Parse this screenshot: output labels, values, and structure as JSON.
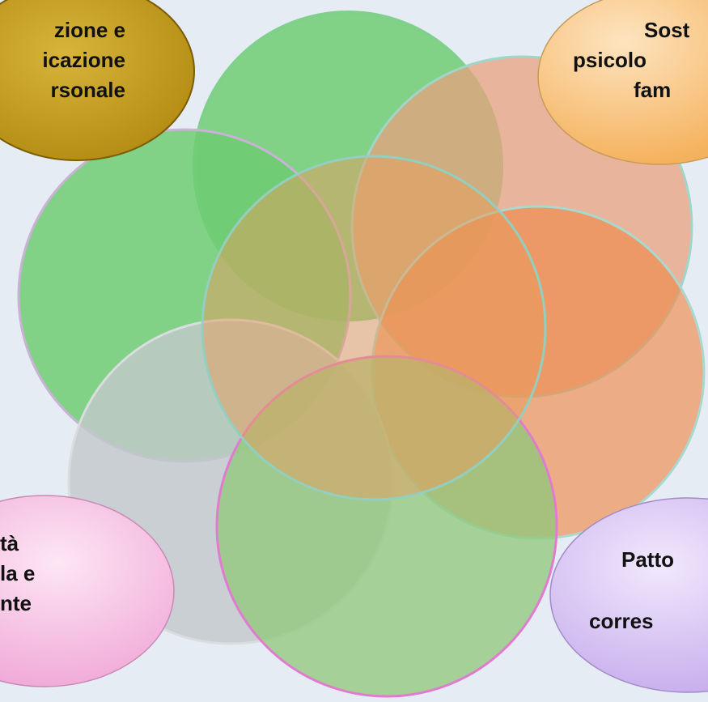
{
  "labels": {
    "top_left": [
      "zione e",
      "icazione",
      "rsonale"
    ],
    "top_right": [
      "Sost",
      "psicolo",
      "fam"
    ],
    "bottom_left": [
      "tà",
      "la e",
      "nte"
    ],
    "bottom_right": [
      "Patto",
      "",
      "corres"
    ]
  },
  "colors": {
    "background": "#e6ecf4",
    "green": "#6fcd72",
    "dark_green": "#3bbf3c",
    "salmon": "#e8a17e",
    "orange": "#ef8b4c",
    "gray": "#c3c8cc",
    "light_green": "#8fc87a",
    "olive_bubble": "#c9a11e",
    "peach_bubble": "#f9c27a",
    "pink_bubble": "#f7c7e4",
    "lavender_bubble": "#d6c3f2"
  }
}
